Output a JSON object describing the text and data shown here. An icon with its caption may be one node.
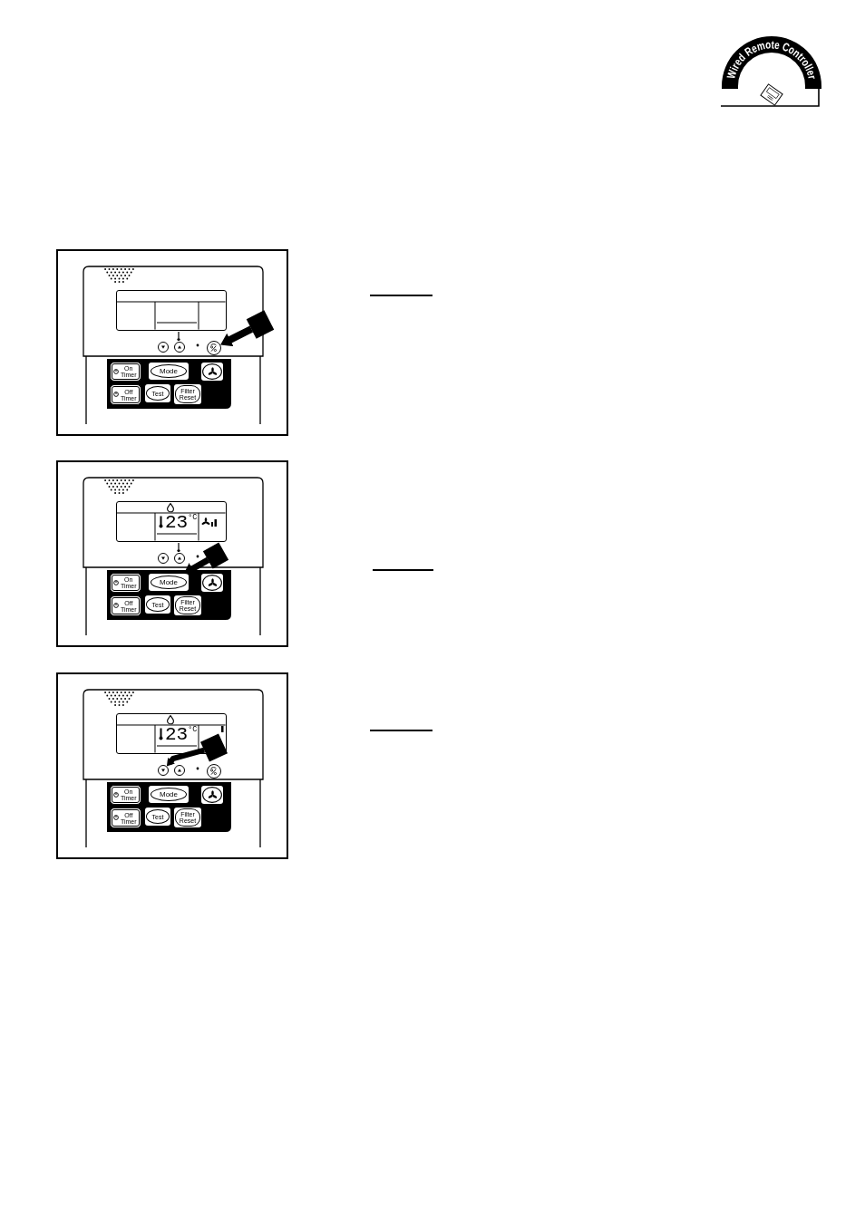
{
  "diagram": {
    "nodes": [
      {
        "text": [
          "Wired Remote Controller"
        ]
      },
      {
        "text": [],
        "shape": "box"
      },
      {
        "text": [],
        "shape": "box",
        "in": 1
      },
      {
        "text": [],
        "shape": "box",
        "in": 1
      },
      {
        "text": [],
        "shape": "circle",
        "in": 1
      },
      {
        "text": [],
        "shape": "circle",
        "in": 1
      },
      {
        "text": [],
        "shape": "circle",
        "in": 1
      },
      {
        "text": [
          "On Timer"
        ],
        "in": 1
      },
      {
        "text": [
          "Mode"
        ],
        "in": 1
      },
      {
        "text": [],
        "shape": "box",
        "in": 1
      },
      {
        "text": [
          "Off Timer"
        ],
        "in": 1
      },
      {
        "text": [
          "Test"
        ],
        "in": 1
      },
      {
        "text": [
          "Filter Reset"
        ],
        "in": 1
      },
      {
        "text": [],
        "shape": "box"
      },
      {
        "text": [
          "23$^{°C}$"
        ],
        "in": 13
      },
      {
        "text": [],
        "shape": "box",
        "in": 13
      },
      {
        "text": [],
        "shape": "circle",
        "in": 13
      },
      {
        "text": [],
        "shape": "circle",
        "in": 13
      },
      {
        "text": [
          "On Timer"
        ],
        "in": 13
      },
      {
        "text": [
          "Mode"
        ],
        "in": 13
      },
      {
        "text": [],
        "shape": "box",
        "in": 13
      },
      {
        "text": [
          "Off Timer"
        ],
        "in": 13
      },
      {
        "text": [
          "Test"
        ],
        "in": 13
      },
      {
        "text": [
          "Filter Reset"
        ],
        "in": 13
      },
      {
        "text": [],
        "shape": "box"
      },
      {
        "text": [
          "23$^{°C}$"
        ],
        "in": 24
      },
      {
        "text": [],
        "shape": "box",
        "in": 24
      },
      {
        "text": [],
        "shape": "circle",
        "in": 24
      },
      {
        "text": [],
        "shape": "circle",
        "in": 24
      },
      {
        "text": [],
        "shape": "circle",
        "in": 24
      },
      {
        "text": [
          "On Timer"
        ],
        "in": 24
      },
      {
        "text": [
          "Mode"
        ],
        "in": 24
      },
      {
        "text": [],
        "shape": "box",
        "in": 24
      },
      {
        "text": [
          "Off Timer"
        ],
        "in": 24
      },
      {
        "text": [
          "Test"
        ],
        "in": 24
      },
      {
        "text": [
          "Filter Reset"
        ],
        "in": 24
      }
    ],
    "edges": [
      {
        "from": 3,
        "to": 6,
        "arrow": "to"
      },
      {
        "from": 15,
        "to": 19,
        "arrow": "to"
      },
      {
        "from": 26,
        "to": 27,
        "arrow": "to"
      }
    ]
  }
}
